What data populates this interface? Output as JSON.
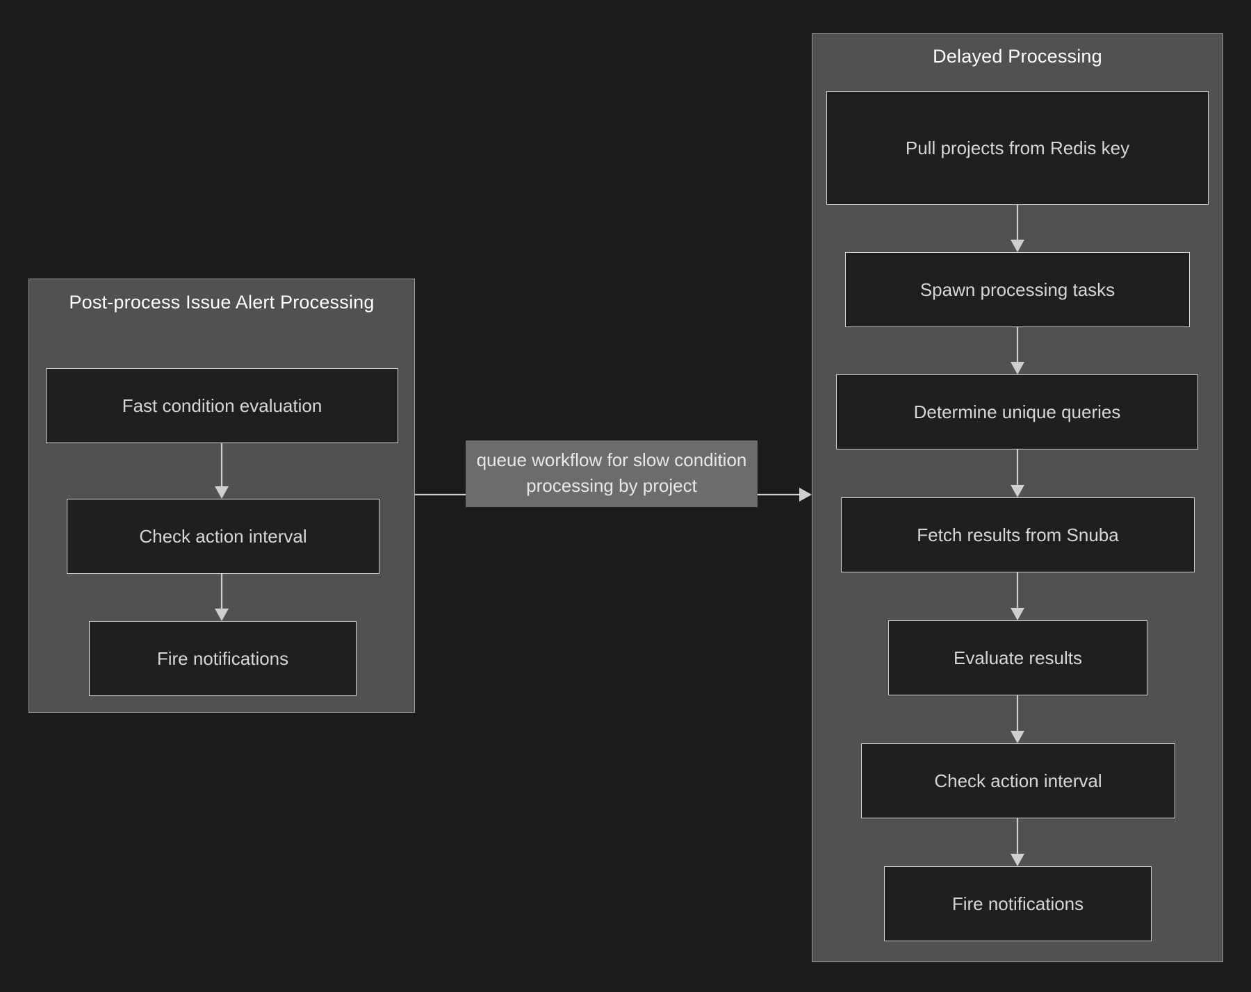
{
  "diagram": {
    "type": "flowchart",
    "background_color": "#1c1c1c",
    "subgraph_color": "#4f5250",
    "node_color": "#1f1f1f",
    "node_border_color": "#d3d3d3",
    "edge_color": "#cfcfcf",
    "edge_label_bg": "#6a6d6b",
    "title_text_color": "#ffffff",
    "node_text_color": "#d6d6d6"
  },
  "subgraphs": [
    {
      "id": "post_process",
      "title": "Post-process Issue Alert Processing",
      "nodes": [
        {
          "id": "fast_condition",
          "label": "Fast condition evaluation"
        },
        {
          "id": "check_interval_1",
          "label": "Check action interval"
        },
        {
          "id": "fire_notifications_1",
          "label": "Fire notifications"
        }
      ]
    },
    {
      "id": "delayed_processing",
      "title": "Delayed Processing",
      "nodes": [
        {
          "id": "pull_projects",
          "label": "Pull projects from Redis key"
        },
        {
          "id": "spawn_tasks",
          "label": "Spawn processing tasks"
        },
        {
          "id": "unique_queries",
          "label": "Determine unique queries"
        },
        {
          "id": "fetch_snuba",
          "label": "Fetch results from Snuba"
        },
        {
          "id": "evaluate_results",
          "label": "Evaluate results"
        },
        {
          "id": "check_interval_2",
          "label": "Check action interval"
        },
        {
          "id": "fire_notifications_2",
          "label": "Fire notifications"
        }
      ]
    }
  ],
  "edges": [
    {
      "from": "fast_condition",
      "to": "check_interval_1",
      "label": ""
    },
    {
      "from": "check_interval_1",
      "to": "fire_notifications_1",
      "label": ""
    },
    {
      "from": "post_process",
      "to": "delayed_processing",
      "label": "queue workflow for slow condition processing by project"
    },
    {
      "from": "pull_projects",
      "to": "spawn_tasks",
      "label": ""
    },
    {
      "from": "spawn_tasks",
      "to": "unique_queries",
      "label": ""
    },
    {
      "from": "unique_queries",
      "to": "fetch_snuba",
      "label": ""
    },
    {
      "from": "fetch_snuba",
      "to": "evaluate_results",
      "label": ""
    },
    {
      "from": "evaluate_results",
      "to": "check_interval_2",
      "label": ""
    },
    {
      "from": "check_interval_2",
      "to": "fire_notifications_2",
      "label": ""
    }
  ],
  "edge_label": {
    "text": "queue workflow for slow condition processing by project"
  }
}
